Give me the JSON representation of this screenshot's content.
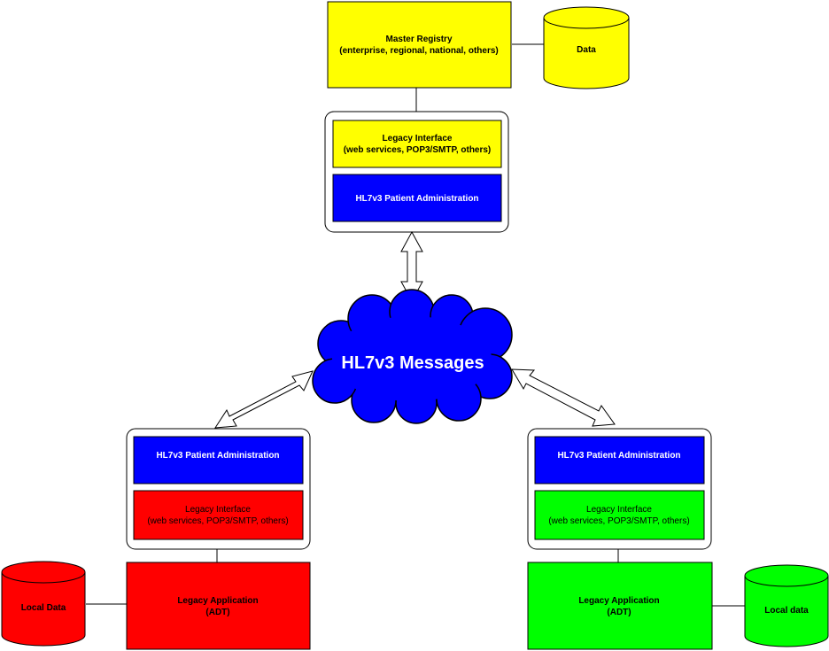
{
  "master_registry": {
    "line1": "Master Registry",
    "line2": "(enterprise, regional, national, others)"
  },
  "data_store": {
    "label": "Data"
  },
  "top_interface": {
    "legacy_line1": "Legacy Interface",
    "legacy_line2": "(web services, POP3/SMTP, others)",
    "hl7_label": "HL7v3 Patient Administration"
  },
  "cloud": {
    "label": "HL7v3 Messages"
  },
  "left_site": {
    "hl7_label": "HL7v3 Patient Administration",
    "legacy_line1": "Legacy Interface",
    "legacy_line2": "(web services, POP3/SMTP, others)",
    "app_line1": "Legacy Application",
    "app_line2": "(ADT)",
    "store_label": "Local Data"
  },
  "right_site": {
    "hl7_label": "HL7v3 Patient Administration",
    "legacy_line1": "Legacy Interface",
    "legacy_line2": "(web services, POP3/SMTP, others)",
    "app_line1": "Legacy Application",
    "app_line2": "(ADT)",
    "store_label": "Local data"
  },
  "colors": {
    "yellow": "#ffff00",
    "blue": "#0000ff",
    "red": "#ff0000",
    "green": "#00ff00"
  }
}
